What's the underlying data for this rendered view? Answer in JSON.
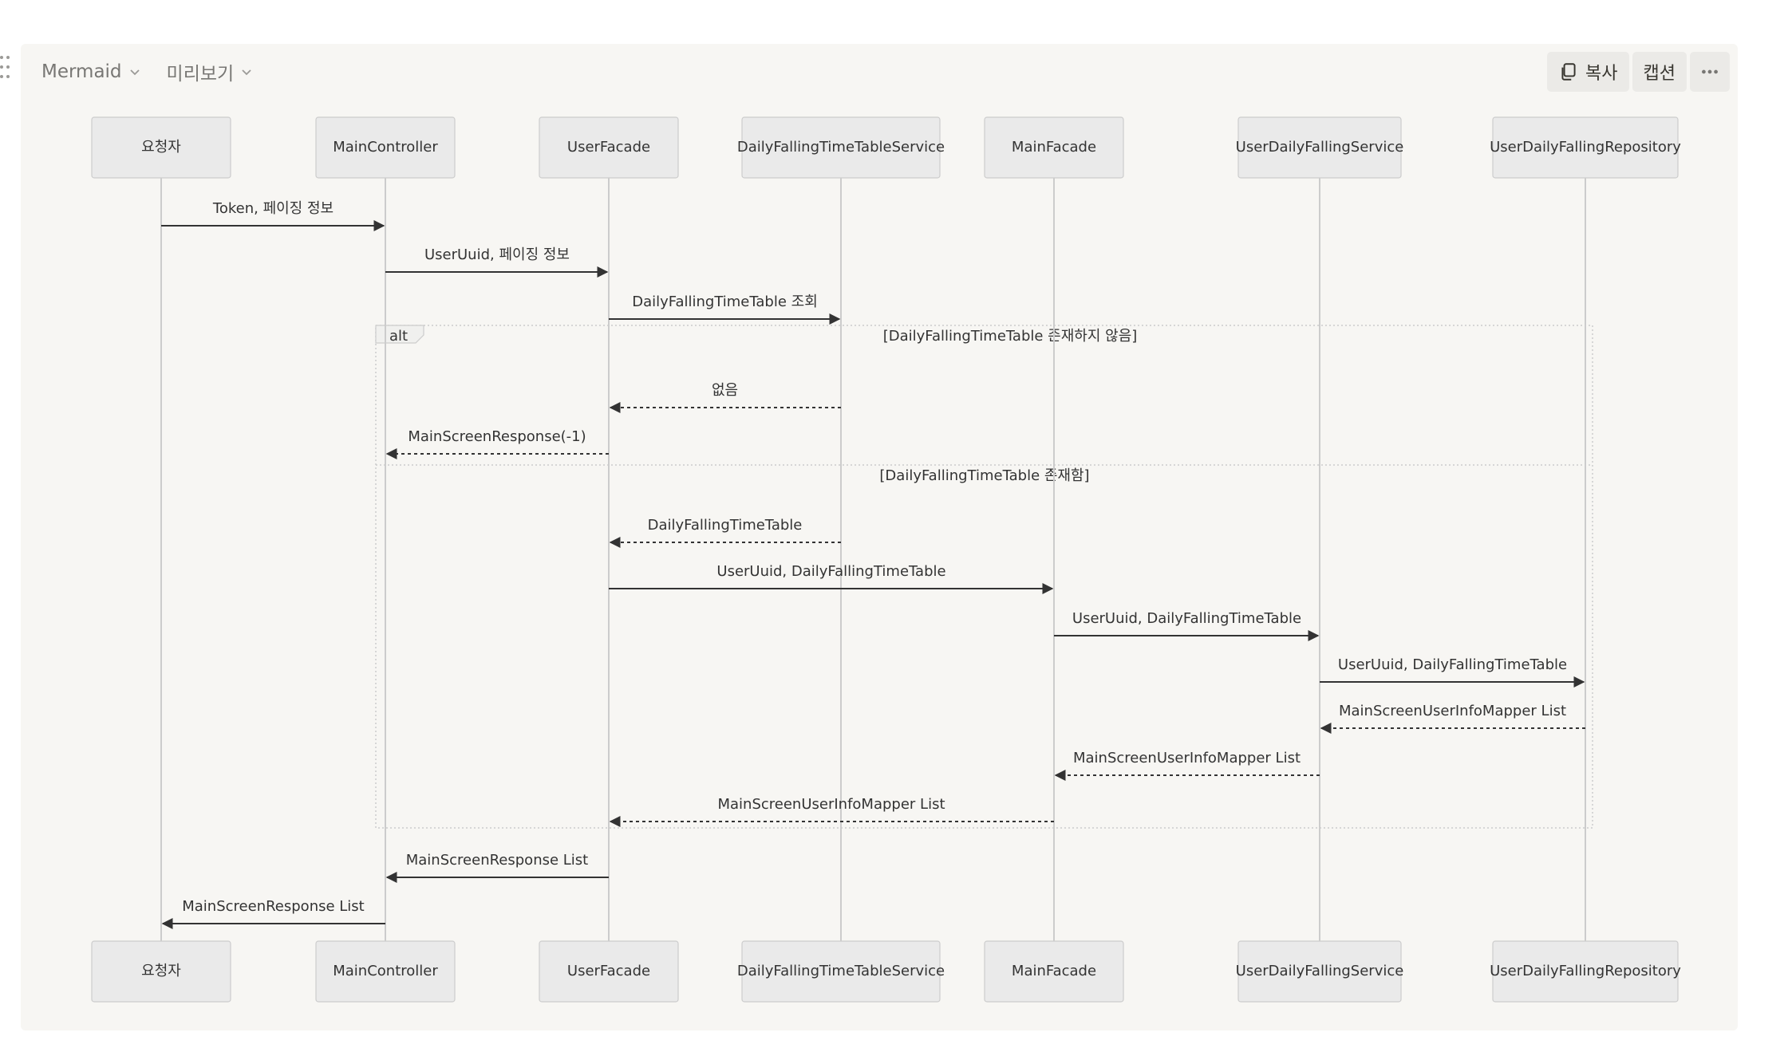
{
  "toolbar": {
    "language_label": "Mermaid",
    "view_label": "미리보기",
    "copy_label": "복사",
    "caption_label": "캡션"
  },
  "diagram": {
    "actors": [
      {
        "id": "requester",
        "label": "요청자"
      },
      {
        "id": "main-controller",
        "label": "MainController"
      },
      {
        "id": "user-facade",
        "label": "UserFacade"
      },
      {
        "id": "daily-falling-timetable-service",
        "label": "DailyFallingTimeTableService"
      },
      {
        "id": "main-facade",
        "label": "MainFacade"
      },
      {
        "id": "user-daily-falling-service",
        "label": "UserDailyFallingService"
      },
      {
        "id": "user-daily-falling-repository",
        "label": "UserDailyFallingRepository"
      }
    ],
    "messages": [
      {
        "from": 0,
        "to": 1,
        "text": "Token, 페이징 정보",
        "style": "solid"
      },
      {
        "from": 1,
        "to": 2,
        "text": "UserUuid, 페이징 정보",
        "style": "solid"
      },
      {
        "from": 2,
        "to": 3,
        "text": "DailyFallingTimeTable 조회",
        "style": "solid"
      },
      {
        "from": 3,
        "to": 2,
        "text": "없음",
        "style": "dashed"
      },
      {
        "from": 2,
        "to": 1,
        "text": "MainScreenResponse(-1)",
        "style": "dashed"
      },
      {
        "from": 3,
        "to": 2,
        "text": "DailyFallingTimeTable",
        "style": "dashed"
      },
      {
        "from": 2,
        "to": 4,
        "text": "UserUuid, DailyFallingTimeTable",
        "style": "solid"
      },
      {
        "from": 4,
        "to": 5,
        "text": "UserUuid, DailyFallingTimeTable",
        "style": "solid"
      },
      {
        "from": 5,
        "to": 6,
        "text": "UserUuid, DailyFallingTimeTable",
        "style": "solid"
      },
      {
        "from": 6,
        "to": 5,
        "text": "MainScreenUserInfoMapper List",
        "style": "dashed"
      },
      {
        "from": 5,
        "to": 4,
        "text": "MainScreenUserInfoMapper List",
        "style": "dashed"
      },
      {
        "from": 4,
        "to": 2,
        "text": "MainScreenUserInfoMapper List",
        "style": "dashed"
      },
      {
        "from": 2,
        "to": 1,
        "text": "MainScreenResponse List",
        "style": "solid"
      },
      {
        "from": 1,
        "to": 0,
        "text": "MainScreenResponse List",
        "style": "solid"
      }
    ],
    "alt": {
      "label": "alt",
      "condition_1": "[DailyFallingTimeTable 존재하지 않음]",
      "condition_2": "[DailyFallingTimeTable 존재함]"
    }
  }
}
